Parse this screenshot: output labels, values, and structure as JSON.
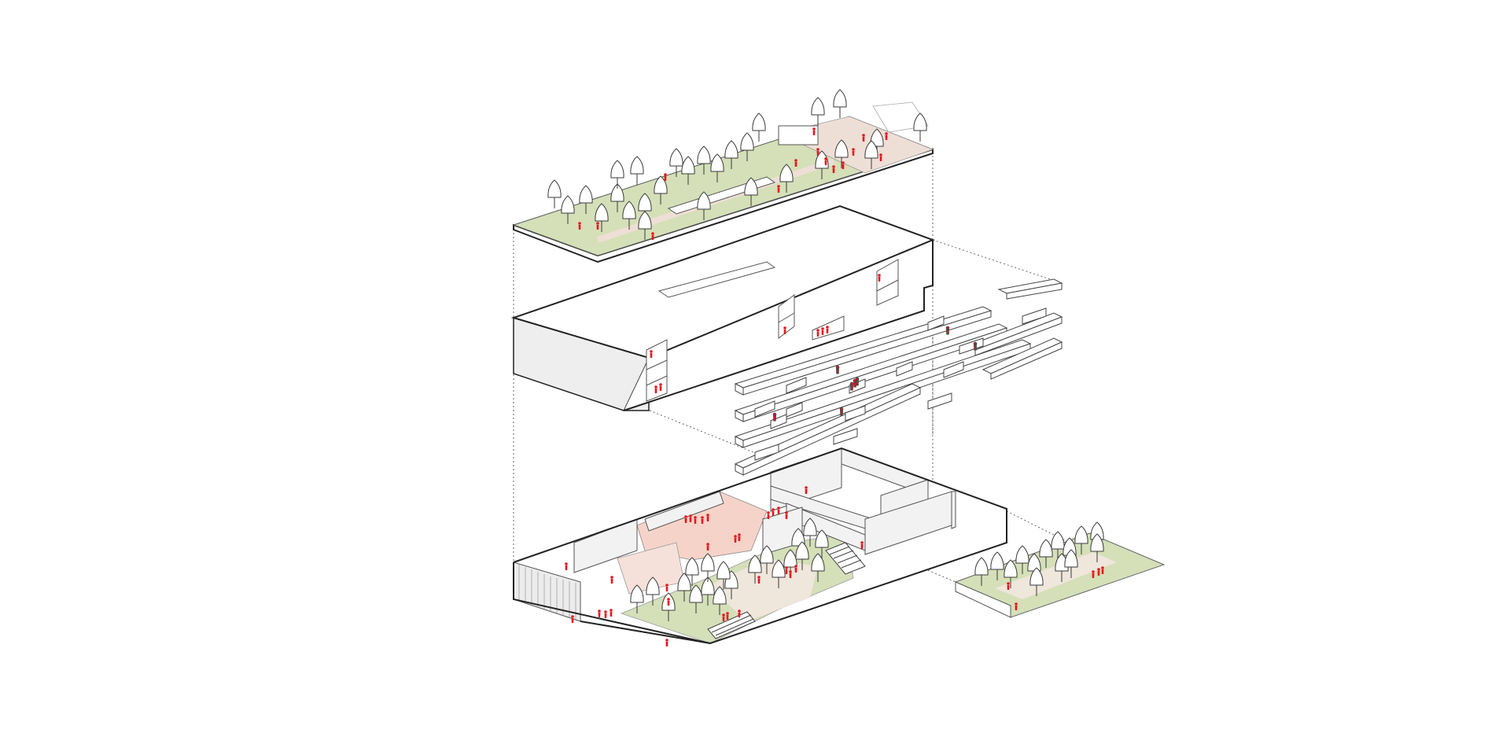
{
  "diagram": {
    "kind": "exploded axonometric architectural diagram",
    "layers": [
      {
        "id": "roof-garden",
        "fill": "#d5dfb8",
        "path_fill": "#eedfd6"
      },
      {
        "id": "upper-volume",
        "fill": "#ffffff",
        "side_fill": "#eeeeee"
      },
      {
        "id": "balcony-modules",
        "fill": "#ffffff"
      },
      {
        "id": "ground-floor",
        "fill": "#ffffff",
        "highlight_fill": "#f6d3c8",
        "garden_fill": "#d5dfb8"
      },
      {
        "id": "side-garden",
        "fill": "#d5dfb8"
      }
    ],
    "colors": {
      "line": "#2b2b2b",
      "thin_line": "#6b6b6b",
      "dotted_line": "#555555",
      "people": "#e8141b",
      "green": "#d5dfb8",
      "salmon": "#f6d3c8",
      "grey": "#ececec"
    },
    "icons": [
      "tree-icon",
      "person-icon"
    ]
  }
}
